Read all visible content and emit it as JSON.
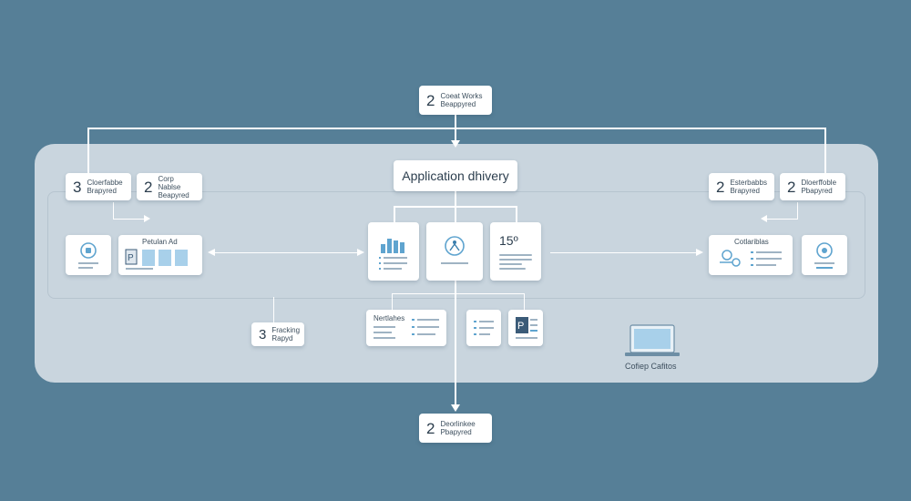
{
  "diagram": {
    "top_node": {
      "number": "2",
      "label": "Coeat Works Beappyred"
    },
    "center_title": "Application dhivery",
    "left_badges": [
      {
        "number": "3",
        "label": "Cloerfabbe Brapyred"
      },
      {
        "number": "2",
        "label": "Corp Nablse Beapyred"
      }
    ],
    "right_badges": [
      {
        "number": "2",
        "label": "Esterbabbs Brapyred"
      },
      {
        "number": "2",
        "label": "Dloerffoble Pbapyred"
      }
    ],
    "left_group_label": "Petulan Ad",
    "center_stat": "15º",
    "right_group_label": "Cotlariblas",
    "lower_left_node": {
      "number": "3",
      "label": "Fracking Rapyd"
    },
    "lower_doc_label": "Nertlahes",
    "device_label": "Cofiep Cafitos",
    "bottom_node": {
      "number": "2",
      "label": "Deorlinkee Pbapyred"
    }
  },
  "colors": {
    "background": "#567f97",
    "panel": "#c9d5de",
    "card": "#ffffff",
    "accent": "#5fa4cf"
  },
  "icons": [
    "doc-icon",
    "bar-chart-icon",
    "network-icon",
    "lock-icon",
    "monitor-icon",
    "gear-icon",
    "flow-icon"
  ]
}
